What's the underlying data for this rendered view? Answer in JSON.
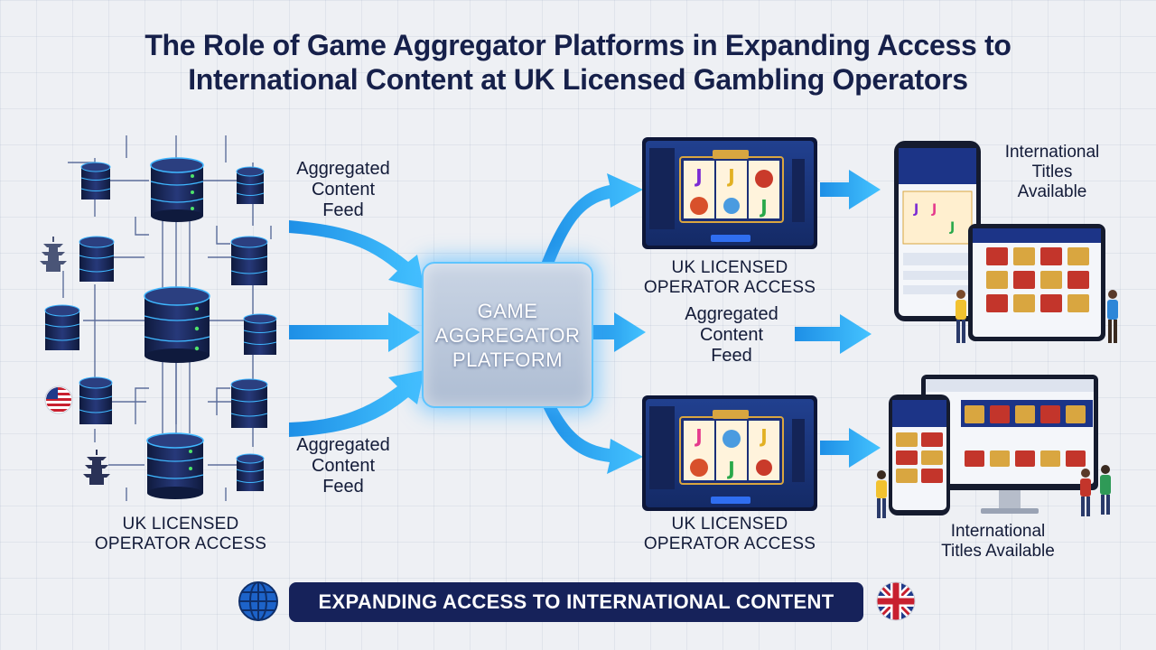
{
  "title": {
    "line1": "The Role of Game Aggregator Platforms in Expanding Access to",
    "line2": "International Content at UK Licensed Gambling Operators"
  },
  "labels": {
    "feed_top": [
      "Aggregated",
      "Content",
      "Feed"
    ],
    "feed_bottom": [
      "Aggregated",
      "Content",
      "Feed"
    ],
    "feed_middle": [
      "Aggregated",
      "Content",
      "Feed"
    ],
    "operator_left": [
      "UK LICENSED",
      "OPERATOR ACCESS"
    ],
    "operator_top": [
      "UK LICENSED",
      "OPERATOR ACCESS"
    ],
    "operator_bottom": [
      "UK LICENSED",
      "OPERATOR ACCESS"
    ],
    "titles_top": [
      "International",
      "Titles",
      "Available"
    ],
    "titles_bottom": [
      "International",
      "Titles Available"
    ]
  },
  "hub": {
    "lines": [
      "GAME",
      "AGGREGATOR",
      "PLATFORM"
    ]
  },
  "banner": {
    "text": "EXPANDING ACCESS TO INTERNATIONAL CONTENT"
  },
  "icons": {
    "left_top": "pagoda-icon",
    "left_middle": "usa-flag-icon",
    "left_bottom": "pagoda-icon",
    "banner_left": "globe-icon",
    "banner_right": "uk-flag-icon"
  },
  "colors": {
    "arrow": "#2ea8f5",
    "server_dark": "#16244f",
    "server_glow": "#38b6ff",
    "banner_bg": "#16225a",
    "hub_border": "#5ec4ff",
    "screen_bg": "#1d3a8c"
  }
}
